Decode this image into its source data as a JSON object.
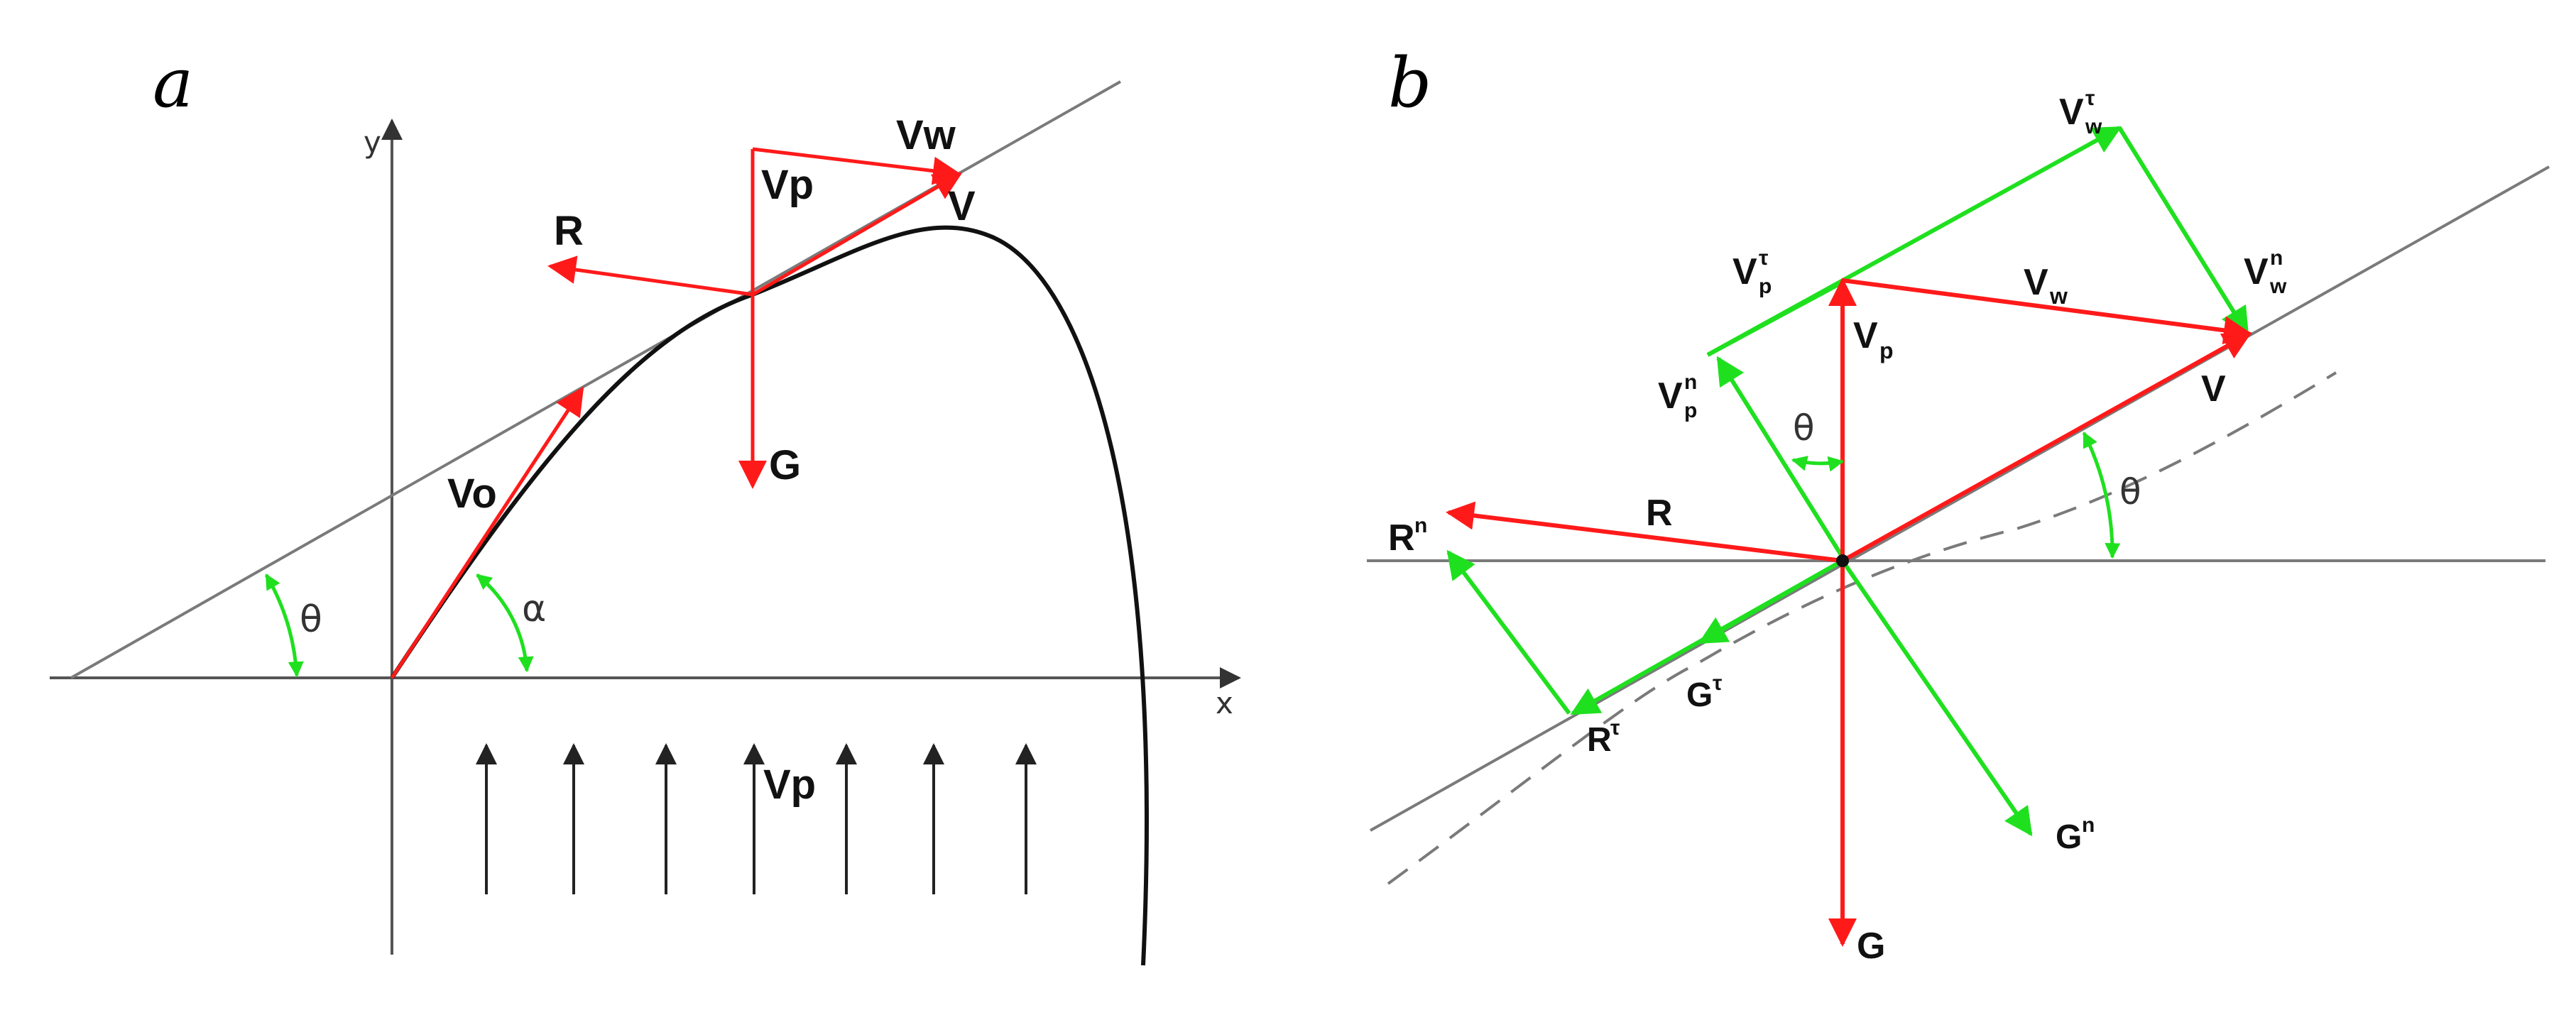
{
  "panels": {
    "a": {
      "label": "a",
      "axis_x": "x",
      "axis_y": "y",
      "vectors": {
        "Vw": "Vw",
        "Vp": "Vp",
        "V": "V",
        "R": "R",
        "G": "G",
        "Vo": "Vo",
        "Vp_field": "Vp"
      },
      "angles": {
        "theta": "θ",
        "alpha": "α"
      }
    },
    "b": {
      "label": "b",
      "vectors": {
        "V": "V",
        "Vp": "V",
        "Vp_sub": "p",
        "Vw": "V",
        "Vw_sub": "w",
        "R": "R",
        "G": "G",
        "Vw_tau_base": "V",
        "Vw_tau_sub": "w",
        "Vw_tau_sup": "τ",
        "Vw_n_base": "V",
        "Vw_n_sub": "w",
        "Vw_n_sup": "n",
        "Vp_tau_base": "V",
        "Vp_tau_sub": "p",
        "Vp_tau_sup": "τ",
        "Vp_n_base": "V",
        "Vp_n_sub": "p",
        "Vp_n_sup": "n",
        "Rn_base": "R",
        "Rn_sup": "n",
        "Rtau_base": "R",
        "Rtau_sup": "τ",
        "Gtau_base": "G",
        "Gtau_sup": "τ",
        "Gn_base": "G",
        "Gn_sup": "n"
      },
      "angles": {
        "theta_top": "θ",
        "theta_right": "θ"
      }
    },
    "colors": {
      "red": "#ff1a1a",
      "green": "#1fe01f",
      "gray": "#8a8a8a",
      "black": "#111111"
    }
  }
}
